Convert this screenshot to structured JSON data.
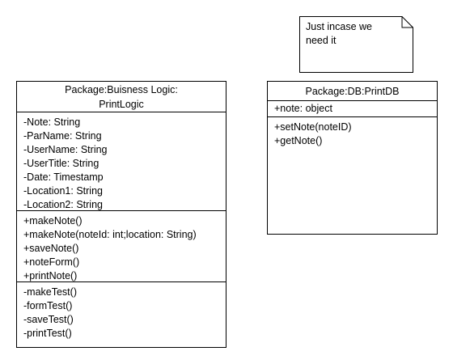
{
  "note": {
    "text": "Just incase we need it"
  },
  "classes": {
    "printlogic": {
      "title_line1": "Package:Buisness Logic:",
      "title_line2": "PrintLogic",
      "attributes": [
        "-Note: String",
        "-ParName: String",
        "-UserName: String",
        "-UserTitle: String",
        "-Date: Timestamp",
        "-Location1: String",
        "-Location2: String"
      ],
      "public_operations": [
        "+makeNote()",
        "+makeNote(noteId: int;location: String)",
        "+saveNote()",
        "+noteForm()",
        "+printNote()"
      ],
      "private_operations": [
        "-makeTest()",
        "-formTest()",
        "-saveTest()",
        "-printTest()"
      ]
    },
    "printdb": {
      "title": "Package:DB:PrintDB",
      "attributes": [
        "+note: object"
      ],
      "operations": [
        "+setNote(noteID)",
        "+getNote()"
      ]
    }
  }
}
